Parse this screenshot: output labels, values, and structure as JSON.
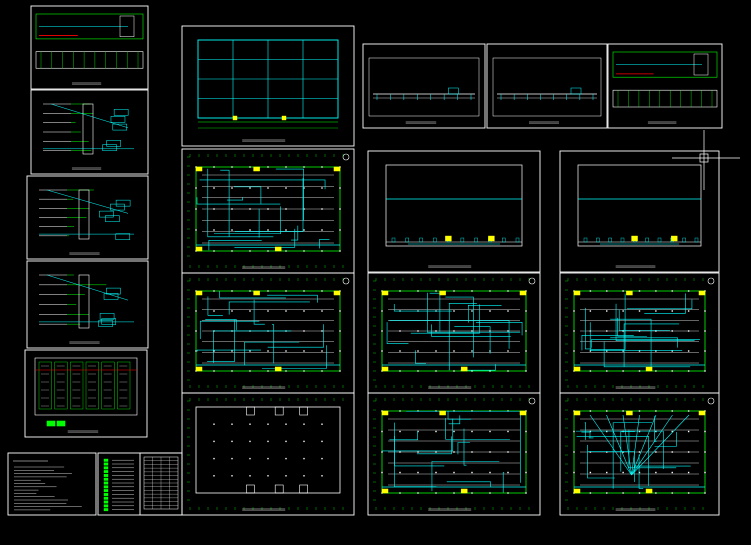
{
  "app": {
    "title": ""
  },
  "canvas": {
    "background": "#000000",
    "colors": {
      "frame": "#ffffff",
      "outline": "#00ff00",
      "wiring": "#00ffff",
      "axis": "#ff0000",
      "accent": "#ffff00",
      "blue": "#0000ff"
    }
  },
  "sheets": [
    {
      "id": "sheet-01",
      "kind": "elevation-strip"
    },
    {
      "id": "sheet-02",
      "kind": "system-diagram"
    },
    {
      "id": "sheet-03",
      "kind": "system-diagram"
    },
    {
      "id": "sheet-04",
      "kind": "system-diagram"
    },
    {
      "id": "sheet-05",
      "kind": "panel-schedule"
    },
    {
      "id": "sheet-06",
      "kind": "notes"
    },
    {
      "id": "sheet-07",
      "kind": "legend-table"
    },
    {
      "id": "sheet-08",
      "kind": "table"
    },
    {
      "id": "sheet-09",
      "kind": "grid-plan"
    },
    {
      "id": "sheet-10",
      "kind": "elevation"
    },
    {
      "id": "sheet-11",
      "kind": "elevation"
    },
    {
      "id": "sheet-12",
      "kind": "elevation-strip"
    },
    {
      "id": "sheet-13",
      "kind": "floor-plan-wiring"
    },
    {
      "id": "sheet-14",
      "kind": "roof-plan"
    },
    {
      "id": "sheet-15",
      "kind": "roof-plan"
    },
    {
      "id": "sheet-16",
      "kind": "floor-plan-wiring"
    },
    {
      "id": "sheet-17",
      "kind": "floor-plan-wiring"
    },
    {
      "id": "sheet-18",
      "kind": "floor-plan-wiring"
    },
    {
      "id": "sheet-19",
      "kind": "column-grid-plan"
    },
    {
      "id": "sheet-20",
      "kind": "floor-plan-wiring"
    },
    {
      "id": "sheet-21",
      "kind": "floor-plan-radial"
    }
  ]
}
